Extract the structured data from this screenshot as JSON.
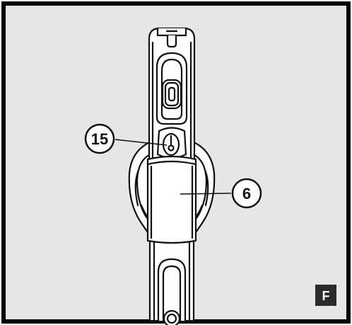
{
  "figure": {
    "panel_label": "F",
    "callouts": [
      {
        "number": "15"
      },
      {
        "number": "6"
      }
    ]
  },
  "colors": {
    "background": "#e6e6e6",
    "frame": "#000000",
    "line": "#111111",
    "device_fill": "#ffffff",
    "panel_tag": "#2a2a2a"
  }
}
